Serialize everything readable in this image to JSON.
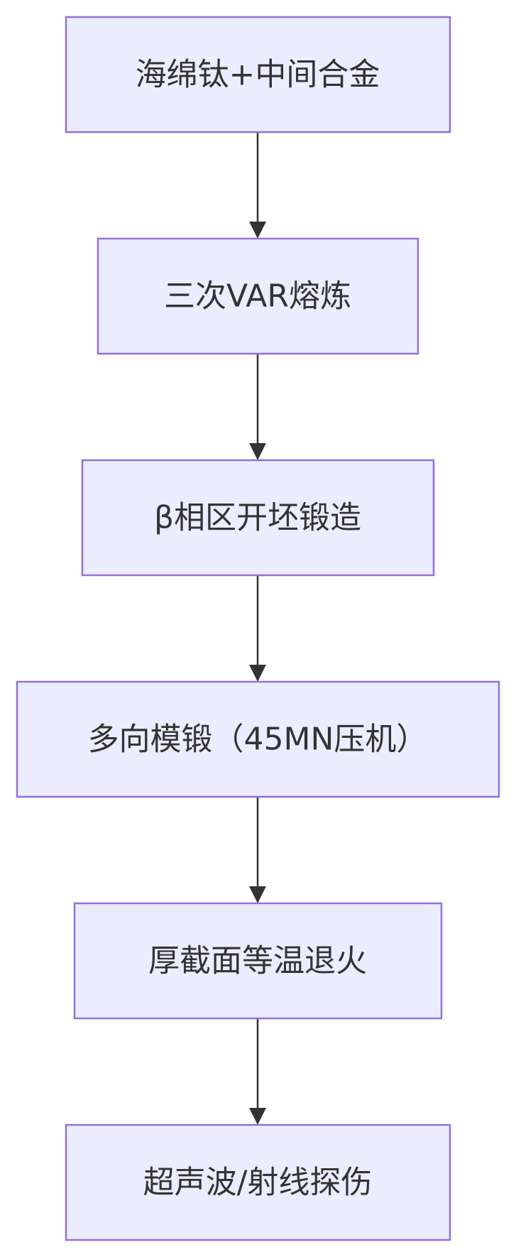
{
  "flowchart": {
    "direction": "top-down",
    "colors": {
      "node_fill": "#ececff",
      "node_stroke": "#9370db",
      "edge": "#333333",
      "text": "#333333"
    },
    "nodes": [
      {
        "id": "n1",
        "label": "海绵钛+中间合金"
      },
      {
        "id": "n2",
        "label": "三次VAR熔炼"
      },
      {
        "id": "n3",
        "label": "β相区开坯锻造"
      },
      {
        "id": "n4",
        "label": "多向模锻（45MN压机）"
      },
      {
        "id": "n5",
        "label": "厚截面等温退火"
      },
      {
        "id": "n6",
        "label": "超声波/射线探伤"
      }
    ],
    "edges": [
      {
        "from": "n1",
        "to": "n2"
      },
      {
        "from": "n2",
        "to": "n3"
      },
      {
        "from": "n3",
        "to": "n4"
      },
      {
        "from": "n4",
        "to": "n5"
      },
      {
        "from": "n5",
        "to": "n6"
      }
    ]
  }
}
